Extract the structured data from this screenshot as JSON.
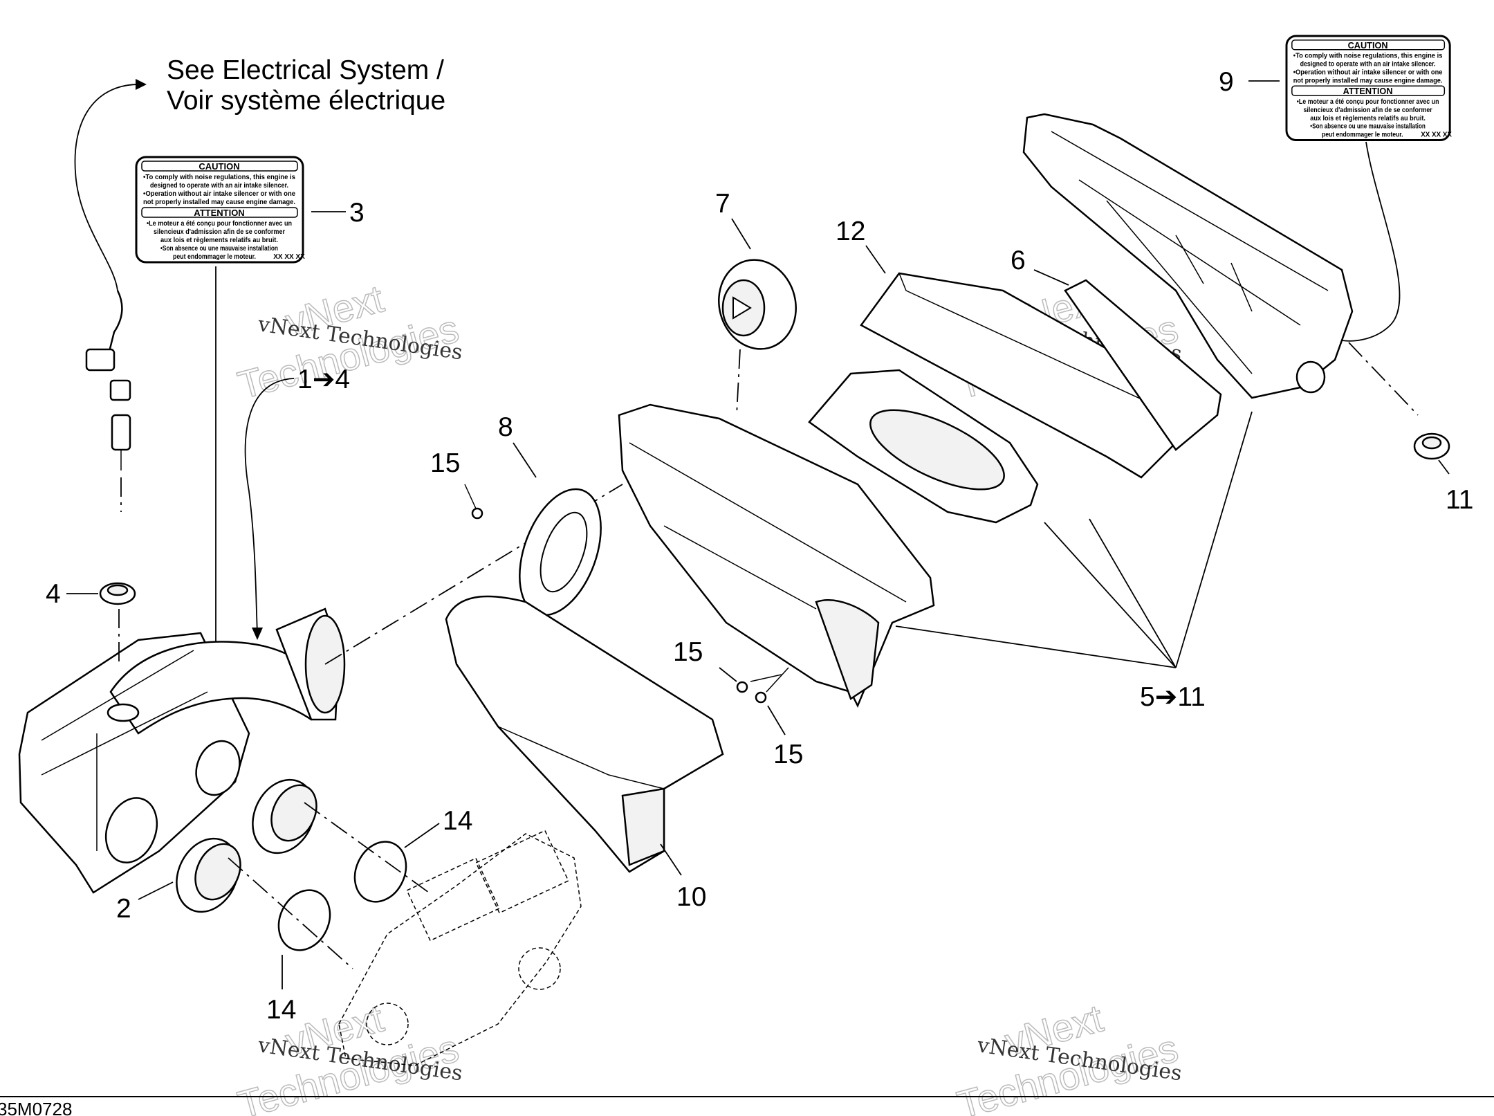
{
  "header": {
    "line1": "See Electrical System /",
    "line2": "Voir système électrique"
  },
  "callouts": {
    "c1_4": "1➔4",
    "c2": "2",
    "c3": "3",
    "c4": "4",
    "c5_11": "5➔11",
    "c6": "6",
    "c7": "7",
    "c8": "8",
    "c9": "9",
    "c10": "10",
    "c11": "11",
    "c12": "12",
    "c14a": "14",
    "c14b": "14",
    "c15a": "15",
    "c15b": "15",
    "c15c": "15"
  },
  "caution_label": {
    "title": "CAUTION",
    "lines_en": [
      "•To comply with noise regulations, this engine is",
      "designed to operate with an air intake silencer.",
      "•Operation without air intake silencer or with one",
      "not properly installed may cause engine damage."
    ],
    "title_fr": "ATTENTION",
    "lines_fr": [
      "•Le moteur a été conçu pour fonctionner avec un",
      "silencieux d'admission afin de se conformer",
      "aux lois et règlements relatifs au bruit.",
      "•Son absence ou une mauvaise installation",
      "peut endommager le moteur."
    ],
    "code": "XX XX XX"
  },
  "watermark": {
    "small": "vNext Technologies",
    "big1": "vNext",
    "big2": "Technologies"
  },
  "footer": {
    "drawing_code": "35M0728"
  }
}
